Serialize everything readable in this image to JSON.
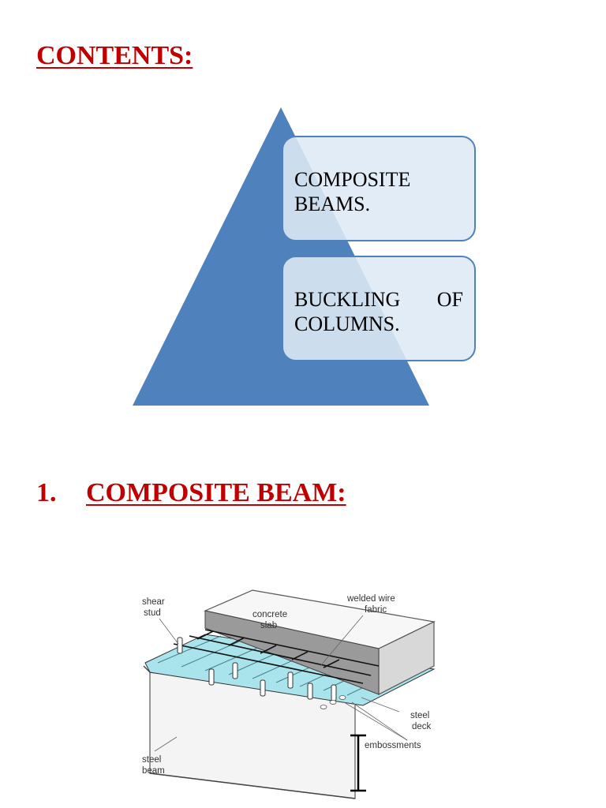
{
  "contents": {
    "title": "CONTENTS:"
  },
  "pyramid": {
    "fill": "#4f81bd",
    "items": [
      {
        "line1": "COMPOSITE",
        "line2": "BEAMS."
      },
      {
        "line1_a": "BUCKLING",
        "line1_b": "OF",
        "line2": "COLUMNS."
      }
    ]
  },
  "section": {
    "number": "1.",
    "title": "COMPOSITE BEAM:"
  },
  "figure": {
    "labels": {
      "shear_stud_1": "shear",
      "shear_stud_2": "stud",
      "concrete_slab_1": "concrete",
      "concrete_slab_2": "slab",
      "welded_wire_1": "welded wire",
      "welded_wire_2": "fabric",
      "steel_deck_1": "steel",
      "steel_deck_2": "deck",
      "embossments": "embossments",
      "steel_beam_1": "steel",
      "steel_beam_2": "beam"
    }
  }
}
